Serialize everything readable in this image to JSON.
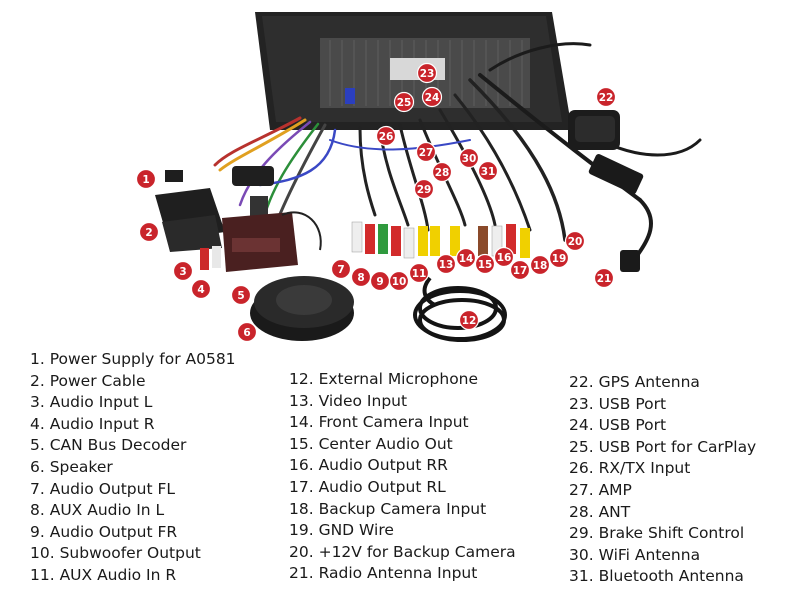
{
  "markers": [
    "1",
    "2",
    "3",
    "4",
    "5",
    "6",
    "7",
    "8",
    "9",
    "10",
    "11",
    "12",
    "13",
    "14",
    "15",
    "16",
    "17",
    "18",
    "19",
    "20",
    "21",
    "22",
    "23",
    "24",
    "25",
    "26",
    "27",
    "28",
    "29",
    "30",
    "31"
  ],
  "legend": {
    "col1": [
      "1. Power Supply for A0581",
      "2. Power Cable",
      "3. Audio Input L",
      "4. Audio Input R",
      "5. CAN Bus Decoder",
      "6. Speaker",
      "7. Audio Output FL",
      "8. AUX Audio In L",
      "9. Audio Output FR",
      "10. Subwoofer Output",
      "11. AUX Audio In R"
    ],
    "col2": [
      "12. External Microphone",
      "13. Video Input",
      "14. Front Camera Input",
      "15. Center Audio Out",
      "16. Audio Output RR",
      "17. Audio Output RL",
      "18. Backup Camera Input",
      "19. GND Wire",
      "20. +12V for Backup Camera",
      "21. Radio Antenna Input"
    ],
    "col3": [
      "22. GPS Antenna",
      "23. USB Port",
      "24. USB Port",
      "25. USB Port for CarPlay",
      "26. RX/TX Input",
      "27. AMP",
      "28. ANT",
      "29. Brake Shift Control",
      "30. WiFi Antenna",
      "31. Bluetooth Antenna"
    ]
  }
}
